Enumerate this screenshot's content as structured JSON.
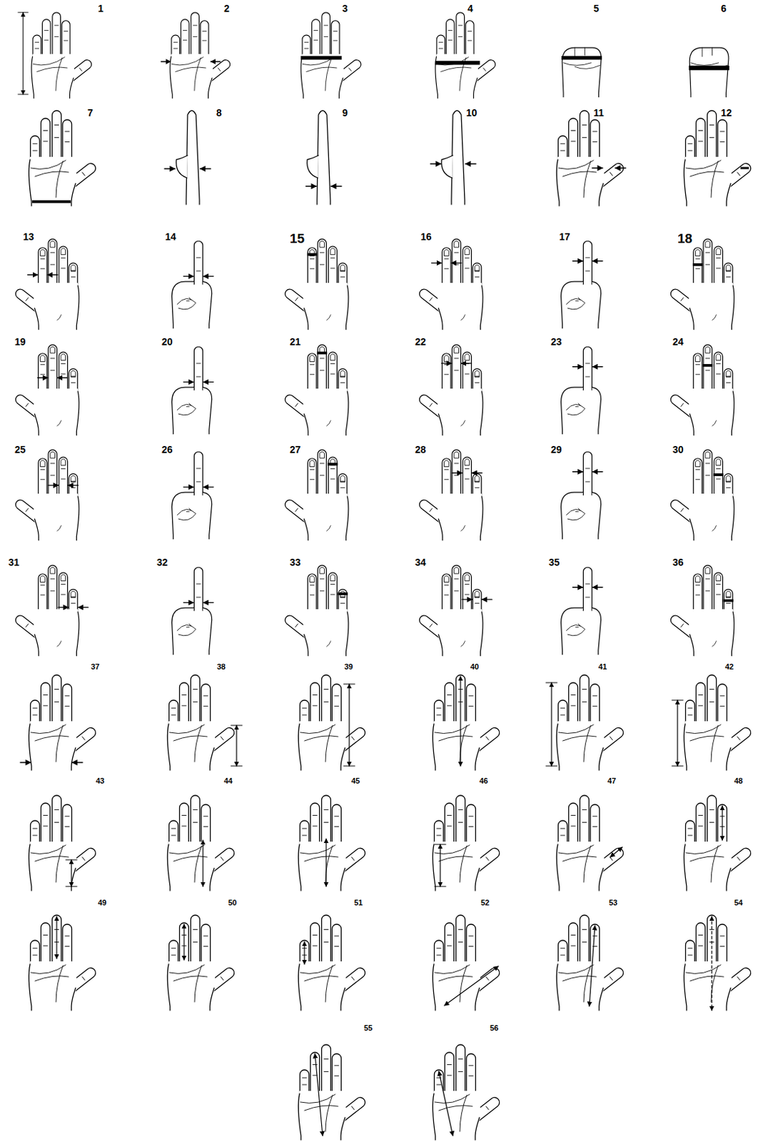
{
  "diagram": {
    "labels": [
      "1",
      "2",
      "3",
      "4",
      "5",
      "6",
      "7",
      "8",
      "9",
      "10",
      "11",
      "12",
      "13",
      "14",
      "15",
      "16",
      "17",
      "18",
      "19",
      "20",
      "21",
      "22",
      "23",
      "24",
      "25",
      "26",
      "27",
      "28",
      "29",
      "30",
      "31",
      "32",
      "33",
      "34",
      "35",
      "36",
      "37",
      "38",
      "39",
      "40",
      "41",
      "42",
      "43",
      "44",
      "45",
      "46",
      "47",
      "48",
      "49",
      "50",
      "51",
      "52",
      "53",
      "54",
      "55",
      "56"
    ]
  }
}
